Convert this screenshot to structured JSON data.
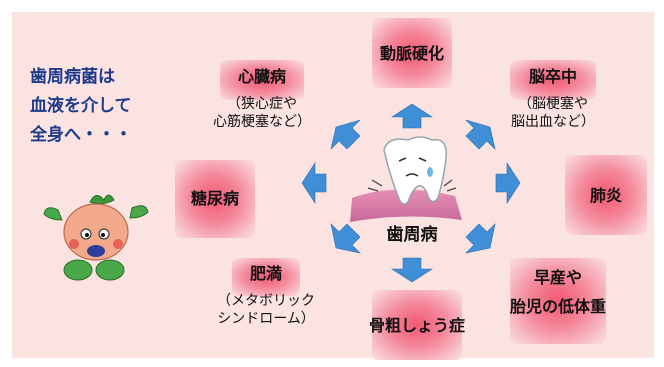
{
  "intro_lines": [
    "歯周病菌は",
    "血液を介して",
    "全身へ・・・"
  ],
  "center_label": "歯周病",
  "conditions": {
    "shinzobyo": {
      "title": "心臓病",
      "sub": [
        "（狭心症や",
        "心筋梗塞など）"
      ]
    },
    "domyaku": {
      "title": "動脈硬化"
    },
    "noso": {
      "title": "脳卒中",
      "sub": [
        "（脳梗塞や",
        "脳出血など）"
      ]
    },
    "haien": {
      "title": "肺炎"
    },
    "sozan": {
      "title": "早産や",
      "title2": "胎児の低体重"
    },
    "kotsu": {
      "title": "骨粗しょう症"
    },
    "himan": {
      "title": "肥満",
      "sub": [
        "（メタボリック",
        "シンドローム）"
      ]
    },
    "tonyo": {
      "title": "糖尿病"
    }
  },
  "colors": {
    "panel": "#fbe3e2",
    "box_center": "#f15873",
    "arrow": "#3f8fd6",
    "intro_text": "#1e3a8a"
  }
}
